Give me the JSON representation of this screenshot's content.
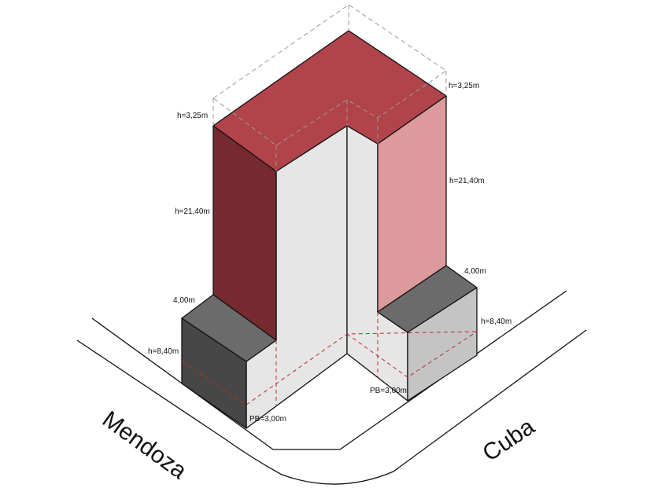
{
  "streets": {
    "left": "Mendoza",
    "right": "Cuba"
  },
  "dimensions": {
    "crown_height_left": "h=3,25m",
    "crown_height_right": "h=3,25m",
    "tower_height_left": "h=21,40m",
    "tower_height_right": "h=21,40m",
    "podium_depth_left": "4,00m",
    "podium_depth_right": "4,00m",
    "podium_height_left": "h=8,40m",
    "podium_height_right": "h=8,40m",
    "ground_floor_left": "PB=3,00m",
    "ground_floor_right": "PB=3,00m"
  },
  "colors": {
    "roof": "#b1434a",
    "tower_left_face": "#762a2f",
    "tower_right_face": "#dc9a9c",
    "inner_face": "#e6e6e6",
    "podium_top": "#6b6b6b",
    "podium_left_face": "#474747",
    "podium_right_face": "#c4c4c4",
    "dashed_volume": "#9a9a9a",
    "floor_line": "#c0282b"
  }
}
